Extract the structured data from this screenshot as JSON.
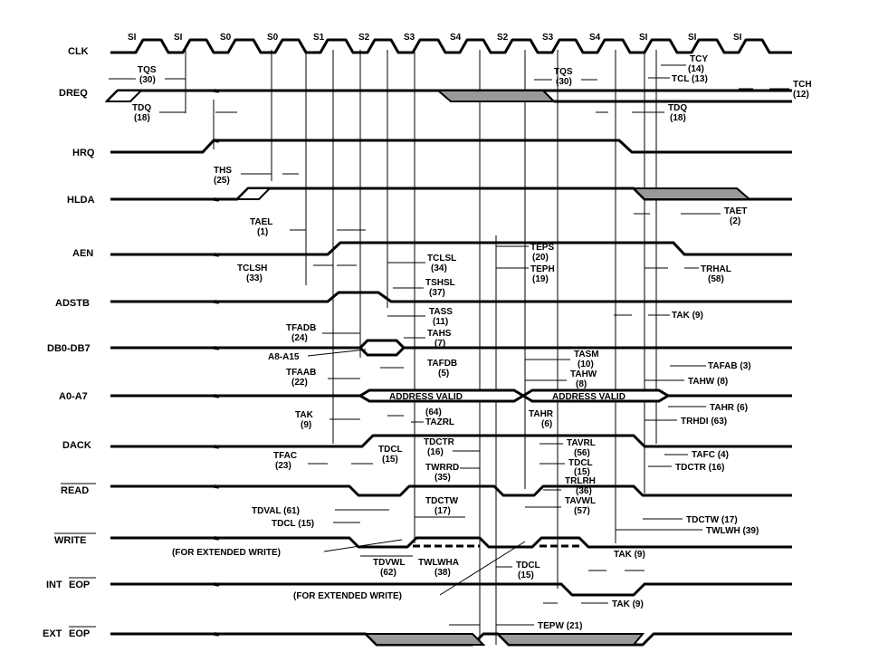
{
  "signals": {
    "clk": "CLK",
    "dreq": "DREQ",
    "hrq": "HRQ",
    "hlda": "HLDA",
    "aen": "AEN",
    "adstb": "ADSTB",
    "db": "DB0-DB7",
    "a0a7": "A0-A7",
    "dack": "DACK",
    "read": "READ",
    "write": "WRITE",
    "inteop_prefix": "INT",
    "inteop_eop": "EOP",
    "exteop_prefix": "EXT",
    "exteop_eop": "EOP"
  },
  "states": [
    "SI",
    "SI",
    "S0",
    "S0",
    "S1",
    "S2",
    "S3",
    "S4",
    "S2",
    "S3",
    "S4",
    "SI",
    "SI",
    "SI"
  ],
  "bus": {
    "address_valid_1": "ADDRESS VALID",
    "address_valid_2": "ADDRESS VALID",
    "a8a15": "A8-A15",
    "ext_write_1": "(FOR EXTENDED WRITE)",
    "ext_write_2": "(FOR EXTENDED WRITE)"
  },
  "labels": {
    "tqs1": "TQS",
    "tqs1n": "(30)",
    "tdq1": "TDQ",
    "tdq1n": "(18)",
    "tqs2": "TQS",
    "tqs2n": "(30)",
    "tcy": "TCY",
    "tcyn": "(14)",
    "tcl": "TCL (13)",
    "tch": "TCH",
    "tchn": "(12)",
    "tdq2": "TDQ",
    "tdq2n": "(18)",
    "ths": "THS",
    "thsn": "(25)",
    "tael": "TAEL",
    "taeln": "(1)",
    "taet": "TAET",
    "taetn": "(2)",
    "teps": "TEPS",
    "tepsn": "(20)",
    "tclsh": "TCLSH",
    "tclshn": "(33)",
    "tclsl": "TCLSL",
    "tclsln": "(34)",
    "teph": "TEPH",
    "tephn": "(19)",
    "trhal": "TRHAL",
    "trhaln": "(58)",
    "tshsl": "TSHSL",
    "tshsln": "(37)",
    "tass": "TASS",
    "tassn": "(11)",
    "tak1": "TAK (9)",
    "tfadb": "TFADB",
    "tfadbn": "(24)",
    "tahs": "TAHS",
    "tahsn": "(7)",
    "tasm": "TASM",
    "tasmn": "(10)",
    "tfdb": "TAFDB",
    "tfdbn": "(5)",
    "tfaab": "TFAAB",
    "tfaabn": "(22)",
    "tafab": "TAFAB (3)",
    "tahw1": "TAHW",
    "tahw1n": "(8)",
    "tahw2": "TAHW (8)",
    "tak2": "TAK",
    "tak2n": "(9)",
    "n64": "(64)",
    "tazrl": "TAZRL",
    "tahr1": "TAHR",
    "tahr1n": "(6)",
    "tahr2": "TAHR (6)",
    "trhdi": "TRHDI (63)",
    "tfac": "TFAC",
    "tfacn": "(23)",
    "tdcl1": "TDCL",
    "tdcl1n": "(15)",
    "tdctr1": "TDCTR",
    "tdctr1n": "(16)",
    "tavrl": "TAVRL",
    "tavrln": "(56)",
    "tafc": "TAFC (4)",
    "twrrd": "TWRRD",
    "twrrdn": "(35)",
    "tdcl2": "TDCL",
    "tdcl2n": "(15)",
    "tdctr2": "TDCTR (16)",
    "trlrh": "TRLRH",
    "trlrhn": "(36)",
    "tdctw1": "TDCTW",
    "tdctw1n": "(17)",
    "tavwl": "TAVWL",
    "tavwln": "(57)",
    "tdval": "TDVAL (61)",
    "tdcl3": "TDCL (15)",
    "tdctw2": "TDCTW (17)",
    "twlwh": "TWLWH (39)",
    "tdvwl": "TDVWL",
    "tdvwln": "(62)",
    "twlwha": "TWLWHA",
    "twlwhan": "(38)",
    "tak3": "TAK (9)",
    "tdcl4": "TDCL",
    "tdcl4n": "(15)",
    "tak4": "TAK (9)",
    "tepw": "TEPW (21)"
  }
}
